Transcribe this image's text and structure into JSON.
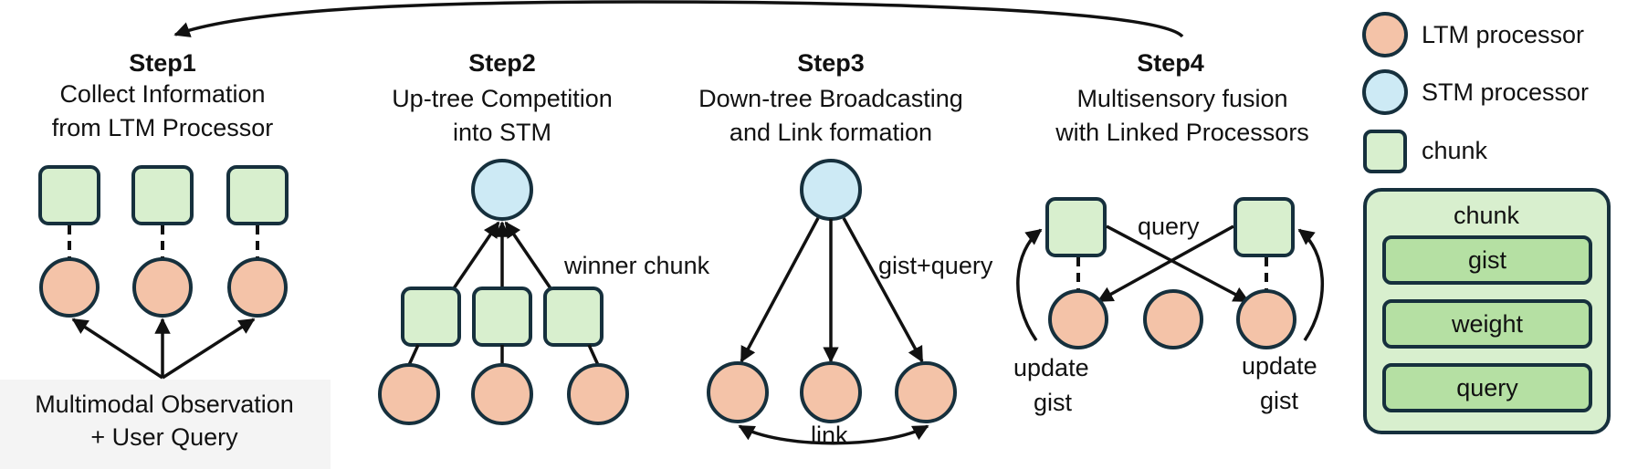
{
  "steps": [
    {
      "title": "Step1",
      "desc": [
        "Collect Information",
        "from LTM Processor"
      ]
    },
    {
      "title": "Step2",
      "desc": [
        "Up-tree Competition",
        "into STM"
      ]
    },
    {
      "title": "Step3",
      "desc": [
        "Down-tree Broadcasting",
        "and Link formation"
      ]
    },
    {
      "title": "Step4",
      "desc": [
        "Multisensory fusion",
        "with Linked Processors"
      ]
    }
  ],
  "observation": [
    "Multimodal Observation",
    "+ User Query"
  ],
  "labels": {
    "winner_chunk": "winner chunk",
    "gist_query": "gist+query",
    "link": "link",
    "query": "query",
    "update_gist_left": [
      "update",
      "gist"
    ],
    "update_gist_right": [
      "update",
      "gist"
    ]
  },
  "legend": {
    "ltm": "LTM processor",
    "stm": "STM processor",
    "chunk": "chunk",
    "chunk_box": {
      "title": "chunk",
      "fields": [
        "gist",
        "weight",
        "query"
      ]
    }
  },
  "colors": {
    "ltm": "#f4c3a8",
    "stm": "#cdeaf5",
    "chunk": "#d8efce",
    "chunk_field": "#b5e0a3",
    "outline": "#16303d"
  }
}
